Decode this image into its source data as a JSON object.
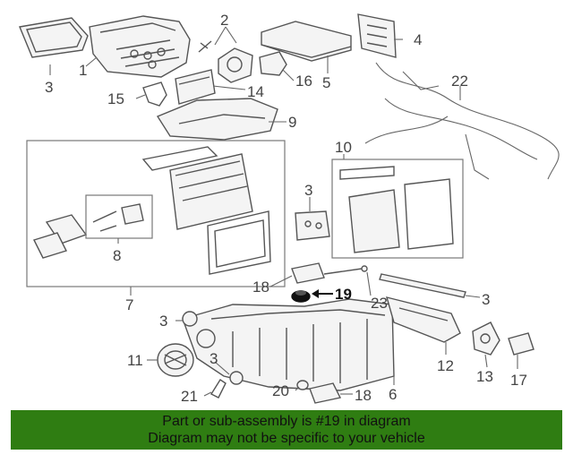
{
  "callouts": [
    {
      "id": "c1",
      "number": "1"
    },
    {
      "id": "c2",
      "number": "2"
    },
    {
      "id": "c3a",
      "number": "3"
    },
    {
      "id": "c3b",
      "number": "3"
    },
    {
      "id": "c3c",
      "number": "3"
    },
    {
      "id": "c3d",
      "number": "3"
    },
    {
      "id": "c3e",
      "number": "3"
    },
    {
      "id": "c4",
      "number": "4"
    },
    {
      "id": "c5",
      "number": "5"
    },
    {
      "id": "c6",
      "number": "6"
    },
    {
      "id": "c7",
      "number": "7"
    },
    {
      "id": "c8",
      "number": "8"
    },
    {
      "id": "c9",
      "number": "9"
    },
    {
      "id": "c10",
      "number": "10"
    },
    {
      "id": "c11",
      "number": "11"
    },
    {
      "id": "c12",
      "number": "12"
    },
    {
      "id": "c13",
      "number": "13"
    },
    {
      "id": "c14",
      "number": "14"
    },
    {
      "id": "c15",
      "number": "15"
    },
    {
      "id": "c16",
      "number": "16"
    },
    {
      "id": "c17",
      "number": "17"
    },
    {
      "id": "c18a",
      "number": "18"
    },
    {
      "id": "c18b",
      "number": "18"
    },
    {
      "id": "c19",
      "number": "19"
    },
    {
      "id": "c20",
      "number": "20"
    },
    {
      "id": "c21",
      "number": "21"
    },
    {
      "id": "c22",
      "number": "22"
    },
    {
      "id": "c23",
      "number": "23"
    }
  ],
  "highlighted_part": "19",
  "banner": {
    "line1": "Part or sub-assembly is #19 in diagram",
    "line2": "Diagram may not be specific to your vehicle"
  },
  "colors": {
    "banner_background": "#2f7d12",
    "highlight_part_fill": "#000000"
  }
}
